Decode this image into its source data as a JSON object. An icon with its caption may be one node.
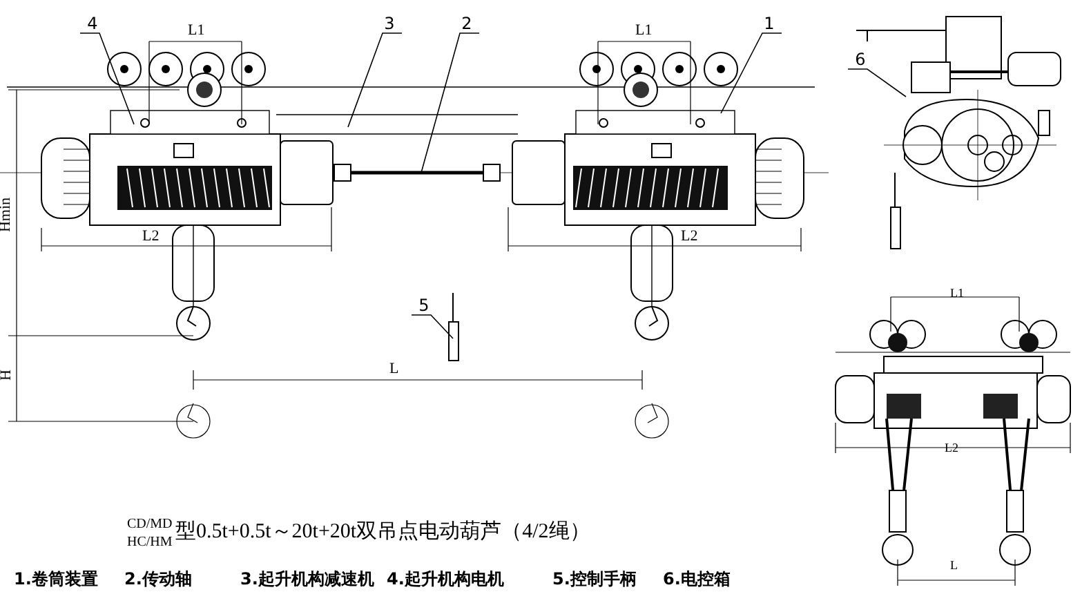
{
  "diagram": {
    "caption": "型0.5t+0.5t～20t+20t双吊点电动葫芦（4/2绳）",
    "nodes": [
      {
        "text": [
          "4"
        ]
      },
      {
        "text": [
          "3"
        ]
      },
      {
        "text": [
          "2"
        ]
      },
      {
        "text": [
          "1"
        ]
      },
      {
        "text": [
          "5"
        ]
      },
      {
        "text": [
          "6"
        ]
      }
    ],
    "edges": [
      {
        "from": 0,
        "to": null,
        "arrow": "none"
      },
      {
        "from": 1,
        "to": null,
        "arrow": "none"
      },
      {
        "from": 2,
        "to": null,
        "arrow": "none"
      },
      {
        "from": 3,
        "to": null,
        "arrow": "none"
      },
      {
        "from": 4,
        "to": null,
        "arrow": "none"
      },
      {
        "from": 5,
        "to": null,
        "arrow": "none"
      }
    ],
    "labels": [
      "L1",
      "L1",
      "L2",
      "L2",
      "Hmin",
      "H",
      "L",
      "L1",
      "L2",
      "L",
      "CD/MD",
      "HC/HM",
      "1.卷筒装置",
      "2.传动轴",
      "3.起升机构减速机",
      "4.起升机构电机",
      "5.控制手柄",
      "6.电控箱"
    ]
  }
}
